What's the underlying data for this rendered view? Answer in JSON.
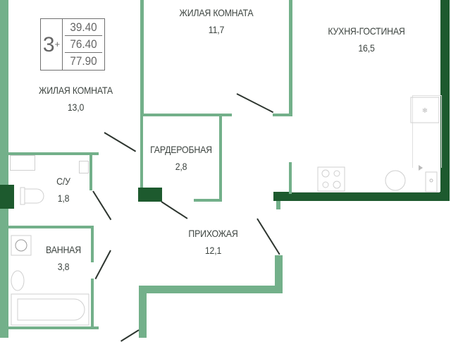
{
  "plan": {
    "rooms_badge": "3",
    "rooms_badge_suffix": "+",
    "areas": {
      "living": "39.40",
      "total": "76.40",
      "total_with_balcony": "77.90"
    }
  },
  "rooms": [
    {
      "name": "ЖИЛАЯ КОМНАТА",
      "area": "13,0"
    },
    {
      "name": "ЖИЛАЯ КОМНАТА",
      "area": "11,7"
    },
    {
      "name": "КУХНЯ-ГОСТИНАЯ",
      "area": "16,5"
    },
    {
      "name": "ГАРДЕРОБНАЯ",
      "area": "2,8"
    },
    {
      "name": "С/У",
      "area": "1,8"
    },
    {
      "name": "ПРИХОЖАЯ",
      "area": "12,1"
    },
    {
      "name": "ВАННАЯ",
      "area": "3,8"
    }
  ],
  "colors": {
    "wall_light": "#73b08a",
    "wall_dark": "#1d5a2e",
    "text": "#3d4440",
    "fixture": "#cfcfcf"
  }
}
